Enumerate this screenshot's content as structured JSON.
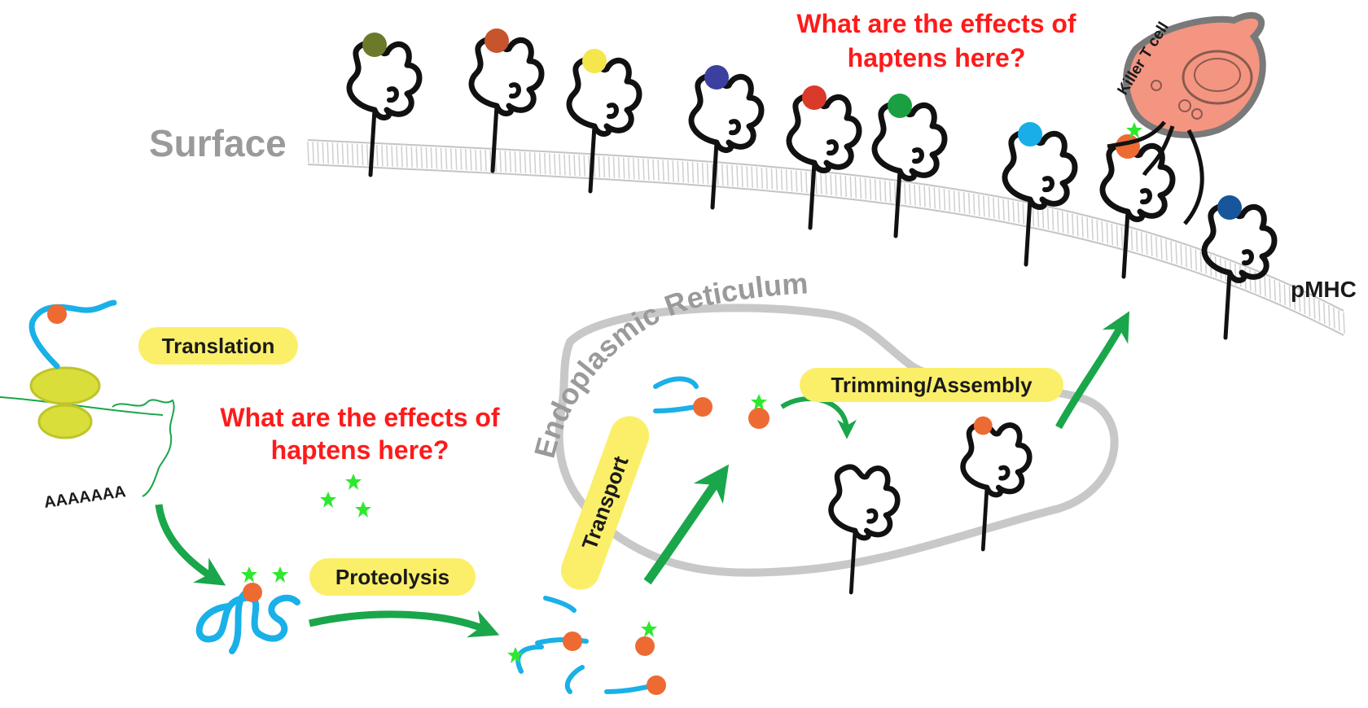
{
  "labels": {
    "surface": "Surface",
    "er": "Endoplasmic Reticulum",
    "translation": "Translation",
    "proteolysis": "Proteolysis",
    "transport": "Transport",
    "trimming": "Trimming/Assembly",
    "polyA": "AAAAAAA",
    "killer": "Killer T cell",
    "pmhc": "pMHC",
    "question_top_1": "What are the effects of",
    "question_top_2": "haptens here?",
    "question_mid_1": "What are the effects of",
    "question_mid_2": "haptens here?"
  },
  "colors": {
    "protein_black": "#111111",
    "peptide_blue": "#1ab0e8",
    "peptide_orange": "#ee6a33",
    "hapten_green": "#2ee82e",
    "arrow_green": "#1aa64a",
    "pill_yellow": "#fbef6a",
    "membrane_grey": "#9a9a9a",
    "question_red": "#ff1a1a",
    "killer_pink": "#f4937f",
    "ribosome_yellow": "#d9de3a"
  },
  "surface_pmhc_peptide_colors": [
    "#6b7a2a",
    "#c6552e",
    "#f5e64c",
    "#3b3fa0",
    "#d93a2a",
    "#1aa040",
    "#1aaee8",
    "#ee6a33",
    "#17569a"
  ]
}
